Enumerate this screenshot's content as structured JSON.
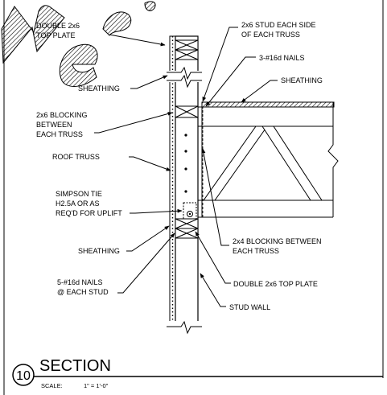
{
  "labels": {
    "double_2x6_top_plate_upper": [
      "DOUBLE 2x6",
      "TOP PLATE"
    ],
    "stud_each_side": [
      "2x6 STUD EACH SIDE",
      "OF EACH TRUSS"
    ],
    "nails_3_16d": "3-#16d NAILS",
    "sheathing_right": "SHEATHING",
    "sheathing_upper_left": "SHEATHING",
    "blocking_2x6": [
      "2x6 BLOCKING",
      "BETWEEN",
      "EACH TRUSS"
    ],
    "roof_truss": "ROOF TRUSS",
    "simpson_tie": [
      "SIMPSON TIE",
      "H2.5A OR AS",
      "REQ'D FOR UPLIFT"
    ],
    "blocking_2x4": [
      "2x4 BLOCKING BETWEEN",
      "EACH TRUSS"
    ],
    "sheathing_lower_left": "SHEATHING",
    "nails_5_16d": [
      "5-#16d NAILS",
      "@ EACH STUD"
    ],
    "double_2x6_top_plate_lower": "DOUBLE 2x6 TOP PLATE",
    "stud_wall": "STUD WALL"
  },
  "title_block": {
    "detail_number": "10",
    "title": "SECTION",
    "scale_label": "SCALE:",
    "scale_value": "1\" = 1'-0\""
  },
  "watermark": {
    "text": "ne"
  }
}
